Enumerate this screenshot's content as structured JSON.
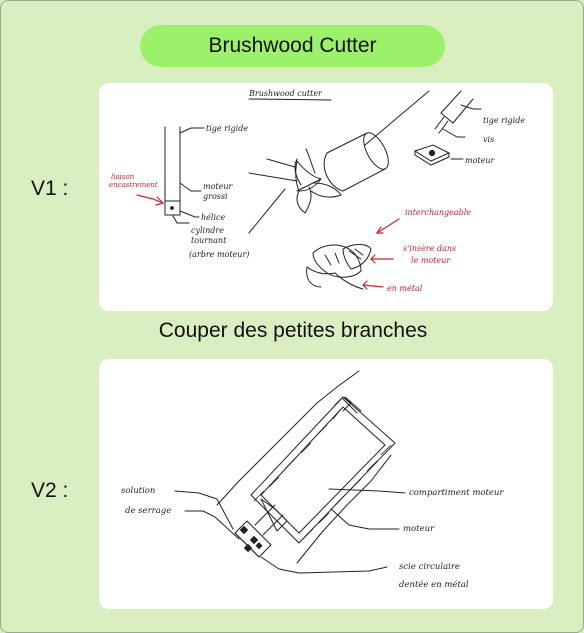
{
  "title": "Brushwood Cutter",
  "caption": "Couper des petites branches",
  "colors": {
    "background": "#d9efc2",
    "pill": "#9cf16a",
    "ink": "#222222",
    "red_ink": "#c8262a"
  },
  "v1": {
    "label": "V1 :",
    "sketch_title": "Brushwood cutter",
    "annotations": {
      "tige_rigide_left": "tige rigide",
      "tige_rigide_right": "tige rigide",
      "vis": "vis",
      "moteur_right": "moteur",
      "moteur_gauche_1": "moteur",
      "moteur_gauche_2": "grossi",
      "helice": "hélice",
      "cyl_1": "cylindre",
      "cyl_2": "tournant",
      "cyl_3": "(arbre moteur)",
      "liaison_1": "liaison",
      "liaison_2": "encastrement",
      "interchangeable": "interchangeable",
      "insere_1": "s'insère dans",
      "insere_2": "le moteur",
      "en_metal": "en métal"
    }
  },
  "v2": {
    "label": "V2 :",
    "annotations": {
      "serrage_1": "solution",
      "serrage_2": "de serrage",
      "compartiment": "compartiment moteur",
      "moteur": "moteur",
      "scie_1": "scie circulaire",
      "scie_2": "dentée en métal"
    }
  }
}
